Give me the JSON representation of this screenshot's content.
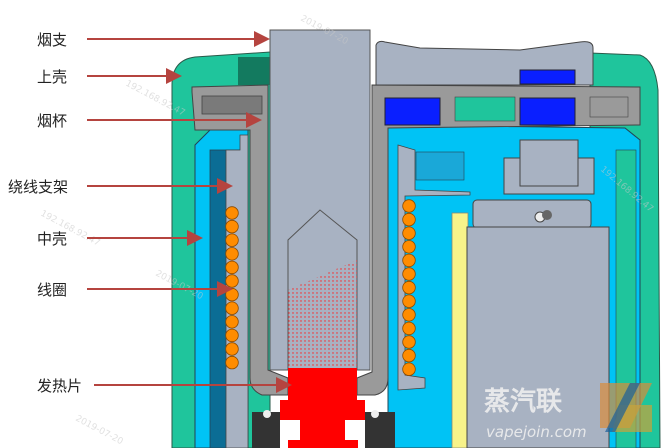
{
  "labels": [
    {
      "id": "cigarette",
      "text": "烟支"
    },
    {
      "id": "upper-shell",
      "text": "上壳"
    },
    {
      "id": "cup",
      "text": "烟杯"
    },
    {
      "id": "coil-bracket",
      "text": "绕线支架"
    },
    {
      "id": "middle-shell",
      "text": "中壳"
    },
    {
      "id": "coil",
      "text": "线圈"
    },
    {
      "id": "heating-blade",
      "text": "发热片"
    }
  ],
  "watermark": {
    "brand": "蒸汽联",
    "url": "vapejoin.com",
    "ip": "192.168.92.47",
    "date": "2019-07-20"
  },
  "colors": {
    "arrow": "#b5443f",
    "shell_green": "#1fc59c",
    "inner_blue": "#00c3f5",
    "stick_gray": "#a8b2c2",
    "heater_red": "#ff0000",
    "coil_orange": "#ff8c00",
    "magnet_blue": "#0a1fff",
    "strip_yellow": "#f8f38a"
  }
}
